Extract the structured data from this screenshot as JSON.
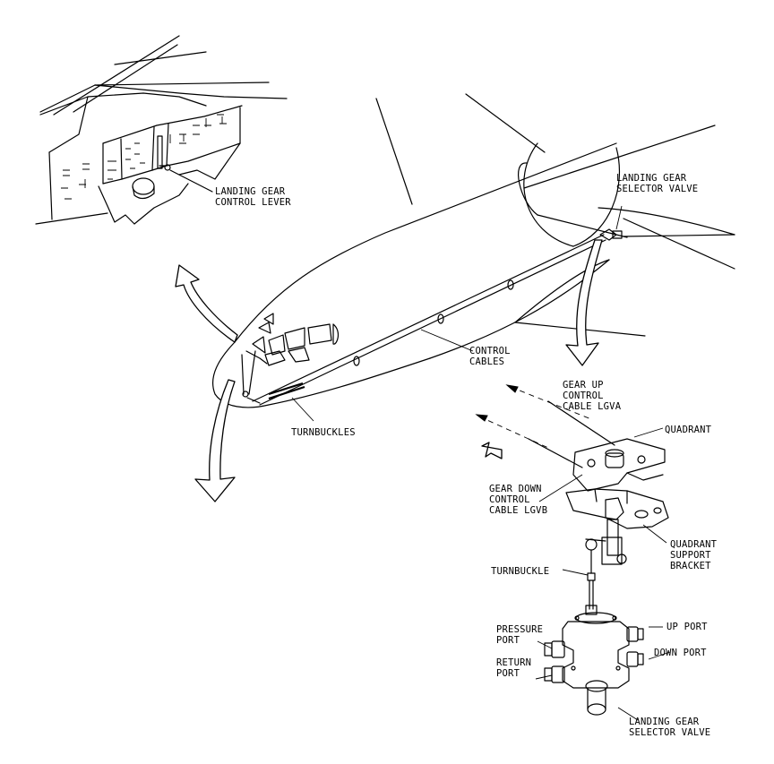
{
  "labels": {
    "landing_gear_control_lever": "LANDING GEAR\nCONTROL LEVER",
    "landing_gear_selector_valve_top": "LANDING GEAR\nSELECTOR VALVE",
    "control_cables": "CONTROL\nCABLES",
    "turnbuckles": "TURNBUCKLES",
    "gear_up_control_cable": "GEAR UP\nCONTROL\nCABLE LGVA",
    "quadrant": "QUADRANT",
    "gear_down_control_cable": "GEAR DOWN\nCONTROL\nCABLE LGVB",
    "quadrant_support_bracket": "QUADRANT\nSUPPORT\nBRACKET",
    "turnbuckle": "TURNBUCKLE",
    "pressure_port": "PRESSURE\nPORT",
    "up_port": "UP PORT",
    "down_port": "DOWN PORT",
    "return_port": "RETURN\nPORT",
    "landing_gear_selector_valve_bottom": "LANDING GEAR\nSELECTOR VALVE"
  }
}
